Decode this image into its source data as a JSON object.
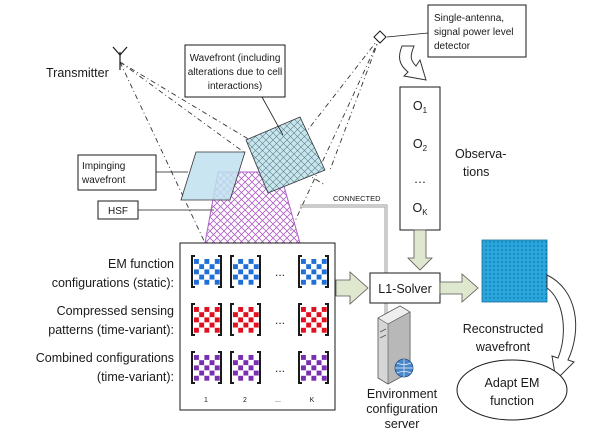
{
  "transmitter": {
    "label": "Transmitter"
  },
  "wavefront_label": {
    "line1": "Wavefront (including",
    "line2": "alterations due to cell",
    "line3": "interactions)"
  },
  "impinging_label": {
    "line1": "Impinging",
    "line2": "wavefront"
  },
  "hsf_label": "HSF",
  "connected_label": "CONNECTED",
  "detector_label": {
    "line1": "Single-antenna,",
    "line2": "signal power level",
    "line3": "detector"
  },
  "observations": {
    "items": [
      {
        "base": "O",
        "sub": "1"
      },
      {
        "base": "O",
        "sub": "2"
      },
      {
        "base": "…",
        "sub": ""
      },
      {
        "base": "O",
        "sub": "K"
      }
    ],
    "label_line1": "Observa-",
    "label_line2": "tions"
  },
  "config_rows": [
    {
      "line1": "EM function",
      "line2": "configurations (static):",
      "color": "#1f6fd6"
    },
    {
      "line1": "Compressed sensing",
      "line2": "patterns (time-variant):",
      "color": "#e0101e"
    },
    {
      "line1": "Combined configurations",
      "line2": "(time-variant):",
      "color": "#7a2fb0"
    }
  ],
  "config_columns": [
    "1",
    "2",
    "...",
    "K"
  ],
  "ellipsis": "...",
  "solver_label": "L1-Solver",
  "server_label": {
    "line1": "Environment",
    "line2": "configuration",
    "line3": "server"
  },
  "reconstructed_label": {
    "line1": "Reconstructed",
    "line2": "wavefront"
  },
  "adapt_label": {
    "line1": "Adapt EM",
    "line2": "function"
  },
  "colors": {
    "hsf_purple": "#b060c8",
    "wave_blue": "#bfe0ee",
    "reconstructed": "#2aa6dc",
    "arrow_fill": "#dfe8cf"
  }
}
